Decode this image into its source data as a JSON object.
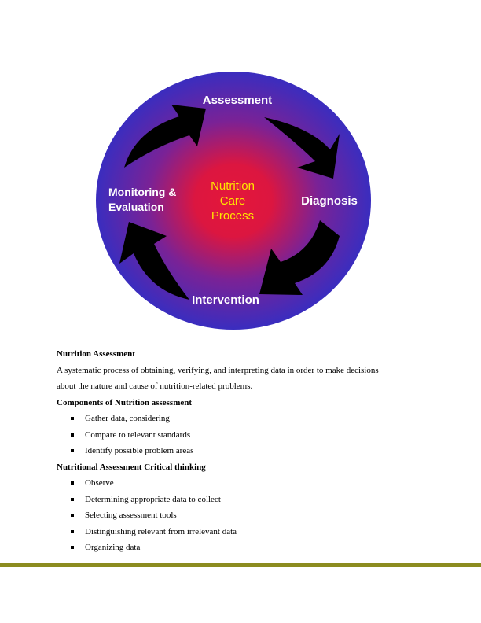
{
  "diagram": {
    "center_lines": [
      "Nutrition",
      "Care",
      "Process"
    ],
    "steps": {
      "assessment": "Assessment",
      "diagnosis": "Diagnosis",
      "intervention": "Intervention",
      "monitoring_lines": [
        "Monitoring &",
        "Evaluation"
      ]
    },
    "colors": {
      "outer": "#3a2dbf",
      "inner": "#e4173a",
      "label": "#ffffff",
      "center_label": "#ffe500",
      "arrow": "#000000"
    }
  },
  "body": {
    "heading1": "Nutrition Assessment",
    "paragraph_line1": "A systematic process of obtaining, verifying, and interpreting data in order to make decisions",
    "paragraph_line2": "about the nature and cause of nutrition-related problems.",
    "heading2": "Components of Nutrition assessment",
    "list1": [
      "Gather data, considering",
      "Compare to relevant standards",
      "Identify possible problem areas"
    ],
    "heading3": "Nutritional Assessment Critical thinking",
    "list2": [
      "Observe",
      "Determining appropriate data to collect",
      "Selecting assessment tools",
      "Distinguishing relevant from irrelevant data",
      "Organizing data"
    ]
  }
}
